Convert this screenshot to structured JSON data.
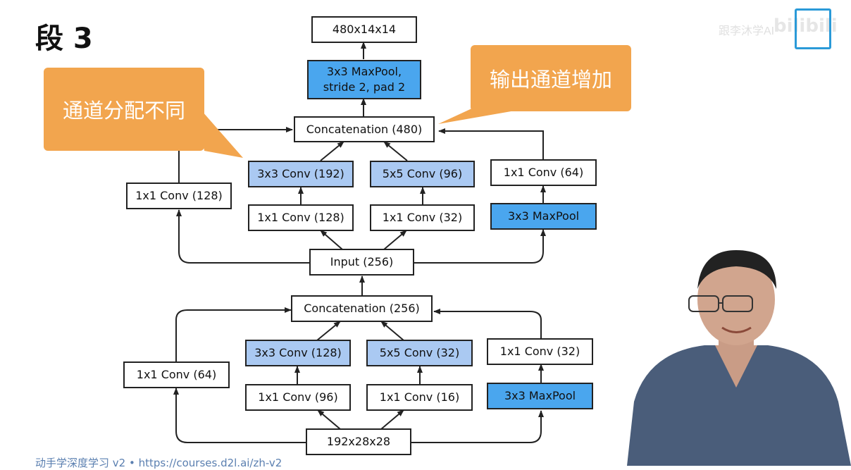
{
  "slide": {
    "title": "段 3",
    "footer": "动手学深度学习 v2 • https://courses.d2l.ai/zh-v2"
  },
  "callouts": {
    "left": "通道分配不同",
    "right": "输出通道增加"
  },
  "colors": {
    "light_box": "#aac9f2",
    "dark_box": "#4aa6ee",
    "callout": "#f2a54e"
  },
  "inception_block_2": {
    "output": "480x14x14",
    "maxpool_out": "3x3 MaxPool,\nstride 2, pad 2",
    "concat": "Concatenation (480)",
    "path1_conv1": "1x1 Conv (128)",
    "path2_conv1": "1x1 Conv (128)",
    "path2_conv3": "3x3 Conv (192)",
    "path3_conv1": "1x1 Conv (32)",
    "path3_conv5": "5x5 Conv (96)",
    "path4_pool": "3x3 MaxPool",
    "path4_conv1": "1x1 Conv (64)",
    "input": "Input (256)"
  },
  "inception_block_1": {
    "concat": "Concatenation (256)",
    "path1_conv1": "1x1 Conv (64)",
    "path2_conv1": "1x1 Conv (96)",
    "path2_conv3": "3x3 Conv (128)",
    "path3_conv1": "1x1 Conv (16)",
    "path3_conv5": "5x5 Conv (32)",
    "path4_pool": "3x3 MaxPool",
    "path4_conv1": "1x1 Conv (32)",
    "input": "192x28x28"
  },
  "watermark": {
    "site": "bilibili",
    "channel": "跟李沐学AI"
  }
}
